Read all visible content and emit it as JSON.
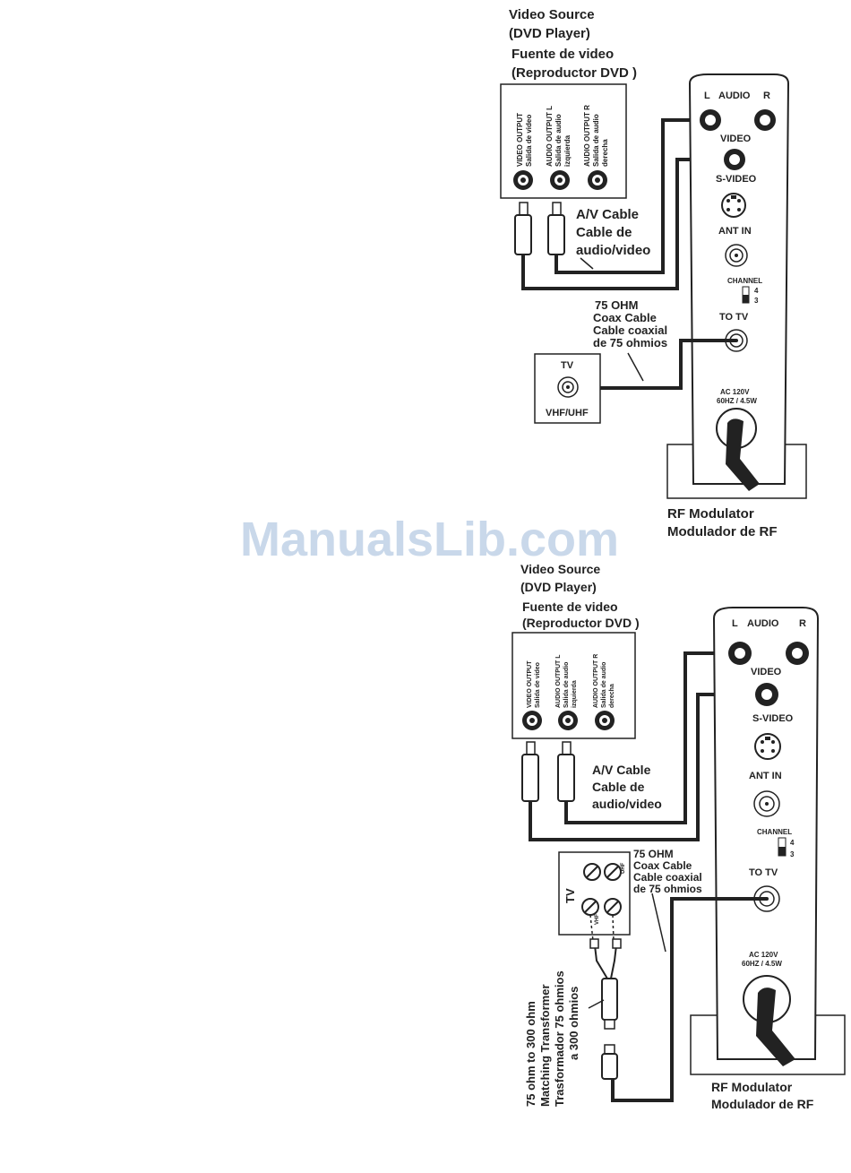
{
  "watermark": "ManualsLib.com",
  "diagram1": {
    "source_title_en_1": "Video Source",
    "source_title_en_2": "(DVD Player)",
    "source_title_es_1": "Fuente de video",
    "source_title_es_2": "(Reproductor DVD )",
    "jack_video_1": "VIDEO OUTPUT",
    "jack_video_2": "Salida de video",
    "jack_audio_l_1": "AUDIO OUTPUT L",
    "jack_audio_l_2": "Salida de audio",
    "jack_audio_l_3": "izquierda",
    "jack_audio_r_1": "AUDIO OUTPUT R",
    "jack_audio_r_2": "Salida de audio",
    "jack_audio_r_3": "derecha",
    "av_cable_1": "A/V Cable",
    "av_cable_2": "Cable de",
    "av_cable_3": "audio/video",
    "coax_1": "75 OHM",
    "coax_2": "Coax Cable",
    "coax_3": "Cable coaxial",
    "coax_4": "de 75 ohmios",
    "tv_label": "TV",
    "tv_input": "VHF/UHF",
    "mod_l": "L",
    "mod_audio": "AUDIO",
    "mod_r": "R",
    "mod_video": "VIDEO",
    "mod_svideo": "S-VIDEO",
    "mod_antin": "ANT IN",
    "mod_channel": "CHANNEL",
    "mod_ch4": "4",
    "mod_ch3": "3",
    "mod_totv": "TO TV",
    "mod_power_1": "AC 120V",
    "mod_power_2": "60HZ / 4.5W",
    "modulator_1": "RF Modulator",
    "modulator_2": "Modulador de RF"
  },
  "diagram2": {
    "source_title_en_1": "Video Source",
    "source_title_en_2": "(DVD Player)",
    "source_title_es_1": "Fuente de video",
    "source_title_es_2": "(Reproductor DVD )",
    "jack_video_1": "VIDEO OUTPUT",
    "jack_video_2": "Salida de video",
    "jack_audio_l_1": "AUDIO OUTPUT L",
    "jack_audio_l_2": "Salida de audio",
    "jack_audio_l_3": "izquierda",
    "jack_audio_r_1": "AUDIO OUTPUT R",
    "jack_audio_r_2": "Salida de audio",
    "jack_audio_r_3": "derecha",
    "av_cable_1": "A/V Cable",
    "av_cable_2": "Cable de",
    "av_cable_3": "audio/video",
    "coax_1": "75 OHM",
    "coax_2": "Coax Cable",
    "coax_3": "Cable coaxial",
    "coax_4": "de 75 ohmios",
    "tv_label": "TV",
    "tv_uhf": "UHF",
    "tv_vhf": "VHF",
    "transformer_1": "75 ohm to 300 ohm",
    "transformer_2": "Matching Transformer",
    "transformer_3": "Trasformador 75 ohmios",
    "transformer_4": "a 300 ohmios",
    "mod_l": "L",
    "mod_audio": "AUDIO",
    "mod_r": "R",
    "mod_video": "VIDEO",
    "mod_svideo": "S-VIDEO",
    "mod_antin": "ANT IN",
    "mod_channel": "CHANNEL",
    "mod_ch4": "4",
    "mod_ch3": "3",
    "mod_totv": "TO TV",
    "mod_power_1": "AC 120V",
    "mod_power_2": "60HZ / 4.5W",
    "modulator_1": "RF Modulator",
    "modulator_2": "Modulador de RF"
  }
}
